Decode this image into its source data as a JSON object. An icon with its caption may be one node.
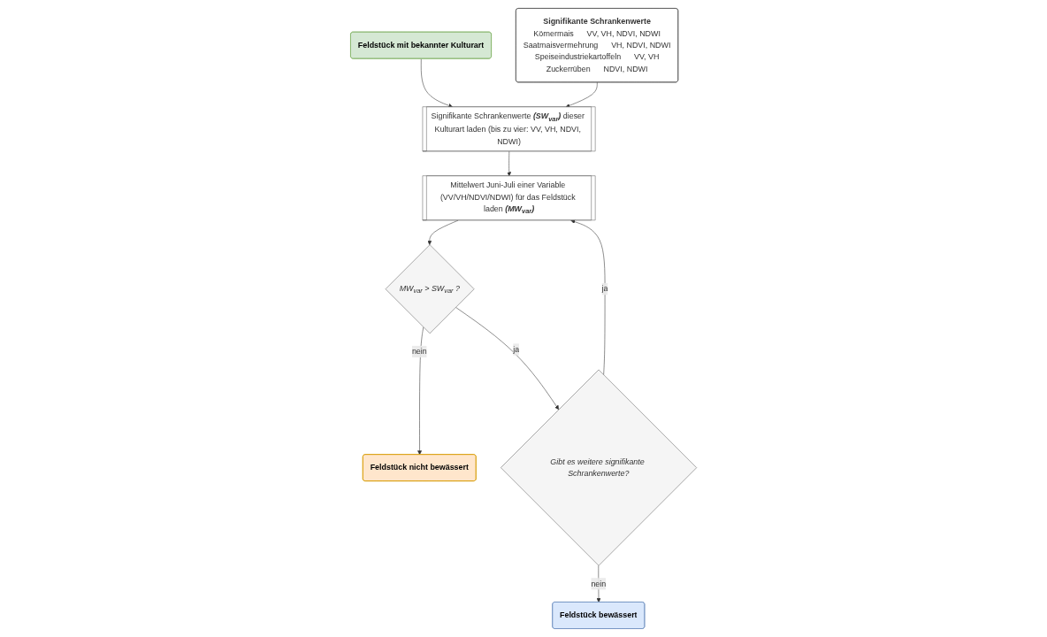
{
  "diagram": {
    "nodes": [
      {
        "text": [
          "Feldstück mit bekannter Kulturart"
        ]
      },
      {
        "text": [
          "Signifikante Schrankenwerte **(SW$_{var}$)** dieser Kulturart laden (bis zu vier: VV, VH, NDVI, NDWI)"
        ]
      },
      {
        "text": [
          "Signifikante Schrankenwerte",
          "Körnermais",
          "VV, VH, NDVI, NDWI",
          "Saatmaisvermehrung",
          "VH, NDVI, NDWI",
          "Speiseindustriekartoffeln",
          "VV, VH",
          "Zuckerrüben",
          "NDVI, NDWI"
        ]
      },
      {
        "text": [
          "Mittelwert Juni-Juli einer Variable (VV/VH/NDVI/NDWI) für das Feldstück laden **(MW$_{var}$)**"
        ]
      },
      {
        "text": [
          "MW$_{var}$ > SW$_{var}$ ?"
        ]
      },
      {
        "text": [
          "Feldstück nicht bewässert"
        ]
      },
      {
        "text": [
          "Gibt es weitere signifikante Schrankenwerte?"
        ]
      },
      {
        "text": [
          "Feldstück bewässert"
        ]
      }
    ],
    "edges": [
      {
        "from": 0,
        "to": 1,
        "arrow": "to"
      },
      {
        "from": 2,
        "to": 1,
        "arrow": "to"
      },
      {
        "from": 1,
        "to": 3,
        "arrow": "to"
      },
      {
        "from": 3,
        "to": 4,
        "arrow": "to"
      },
      {
        "from": 4,
        "to": 5,
        "arrow": "to",
        "label": "nein"
      },
      {
        "from": 4,
        "to": 6,
        "arrow": "to",
        "label": "ja"
      },
      {
        "from": 6,
        "to": 7,
        "arrow": "to",
        "label": "nein"
      },
      {
        "from": 6,
        "to": 3,
        "arrow": "to",
        "label": "ja"
      }
    ]
  }
}
